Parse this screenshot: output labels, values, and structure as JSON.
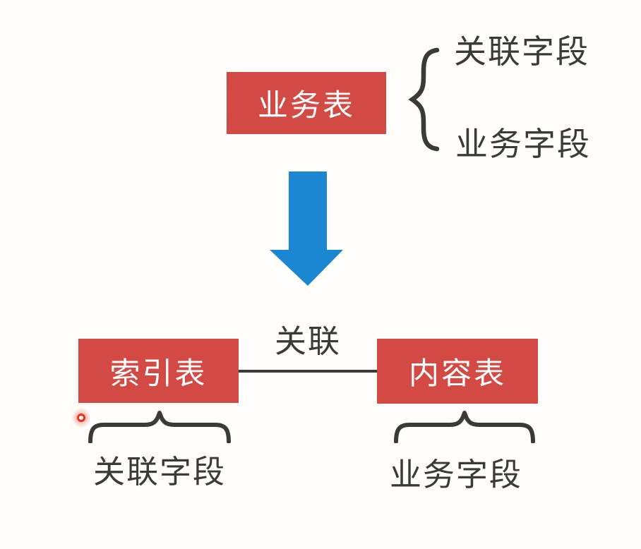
{
  "colors": {
    "bg": "#fffefa",
    "red": "#d34a44",
    "blue": "#1b86d1",
    "ink": "#3a3a3a",
    "box_text": "#ffffff",
    "laser": "#f23018"
  },
  "top_section": {
    "box_label": "业务表",
    "field_labels": [
      "关联字段",
      "业务字段"
    ]
  },
  "bottom_section": {
    "left_box_label": "索引表",
    "right_box_label": "内容表",
    "relation_label": "关联",
    "left_field_label": "关联字段",
    "right_field_label": "业务字段"
  },
  "icons": {
    "arrow": "down-arrow-icon",
    "top_brace": "curly-brace-icon",
    "left_brace": "horizontal-brace-icon",
    "right_brace": "horizontal-brace-icon",
    "laser": "laser-pointer-dot"
  }
}
